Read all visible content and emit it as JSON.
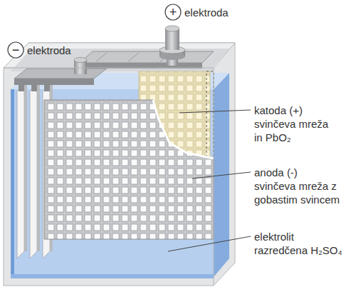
{
  "diagram": {
    "labels": [
      "−",
      "elektroda",
      "+",
      "elektroda",
      "katoda (+)",
      "svinčeva mreža in PbO₂",
      "anoda (-)",
      "svinčeva mreža z gobastim svincem",
      "elektrolit",
      "razredčena H₂SO₄"
    ]
  }
}
